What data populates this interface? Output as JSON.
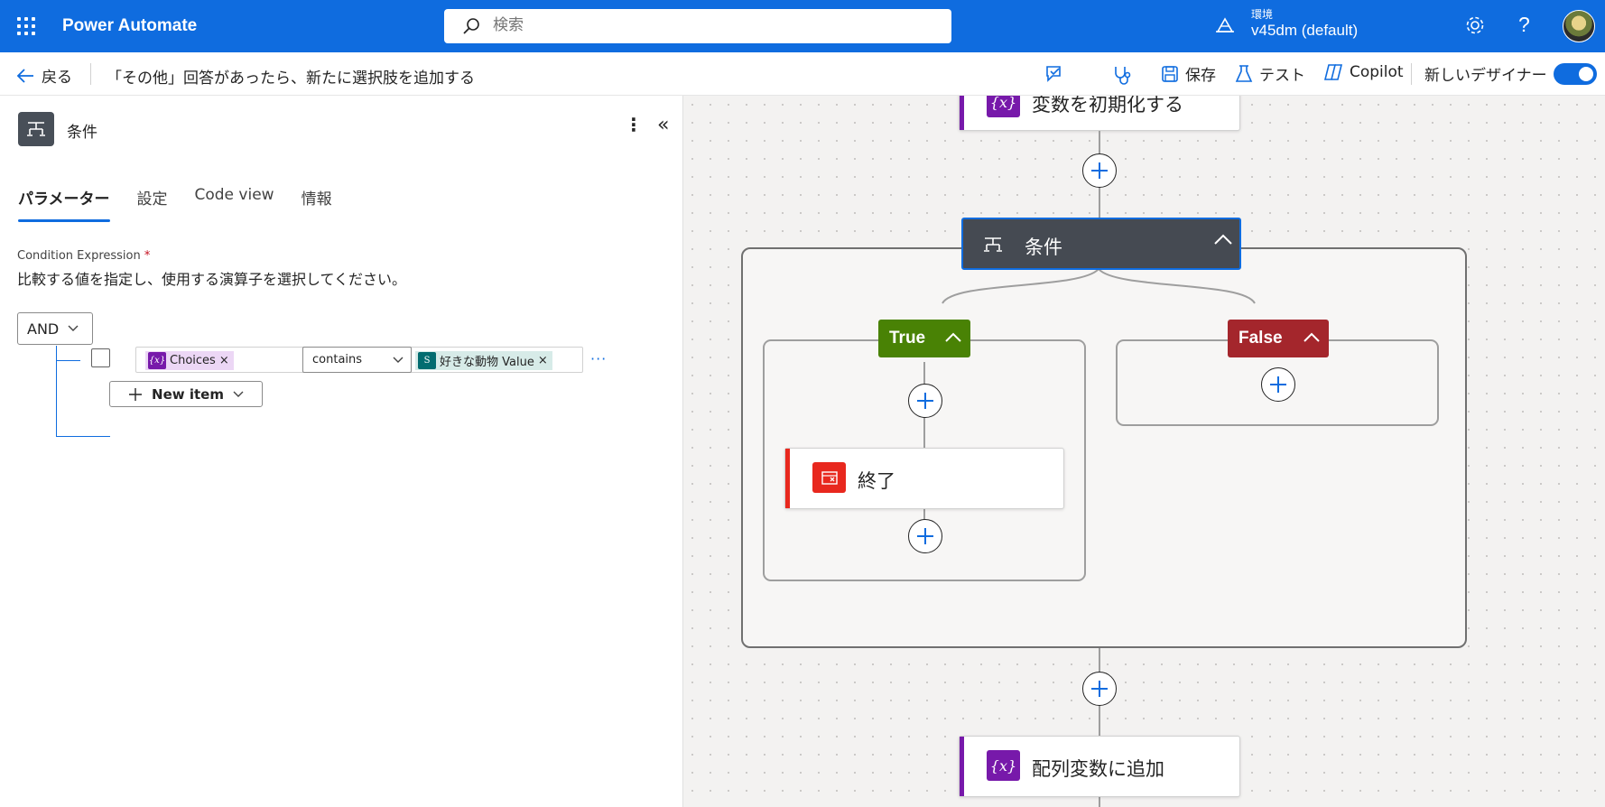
{
  "topbar": {
    "app_name": "Power Automate",
    "search_placeholder": "検索",
    "env_label": "環境",
    "env_value": "v45dm (default)",
    "help_label": "?"
  },
  "cmdbar": {
    "back_label": "戻る",
    "flow_title": "「その他」回答があったら、新たに選択肢を追加する",
    "save_label": "保存",
    "test_label": "テスト",
    "copilot_label": "Copilot",
    "new_designer_label": "新しいデザイナー",
    "new_designer_on": true
  },
  "panel": {
    "title": "条件",
    "tabs": [
      "パラメーター",
      "設定",
      "Code view",
      "情報"
    ],
    "active_tab": 0,
    "condition_label": "Condition Expression",
    "required_mark": "*",
    "condition_desc": "比較する値を指定し、使用する演算子を選択してください。",
    "group_operator": "AND",
    "row": {
      "left_token_icon": "{x}",
      "left_token": "Choices",
      "operator": "contains",
      "right_token": "好きな動物 Value",
      "remove_mark": "×"
    },
    "more_label": "···",
    "new_item_label": "New item"
  },
  "canvas": {
    "top_action_label": "変数を初期化する",
    "condition_title": "条件",
    "true_label": "True",
    "false_label": "False",
    "terminate_label": "終了",
    "bottom_action_label": "配列変数に追加",
    "variable_icon": "{x}"
  },
  "colors": {
    "brand": "#0f6cdf",
    "variable_purple": "#7719aa",
    "terminate_red": "#e8281e",
    "true_green": "#498205",
    "false_red": "#a4262c",
    "condition_dark": "#454a52"
  }
}
